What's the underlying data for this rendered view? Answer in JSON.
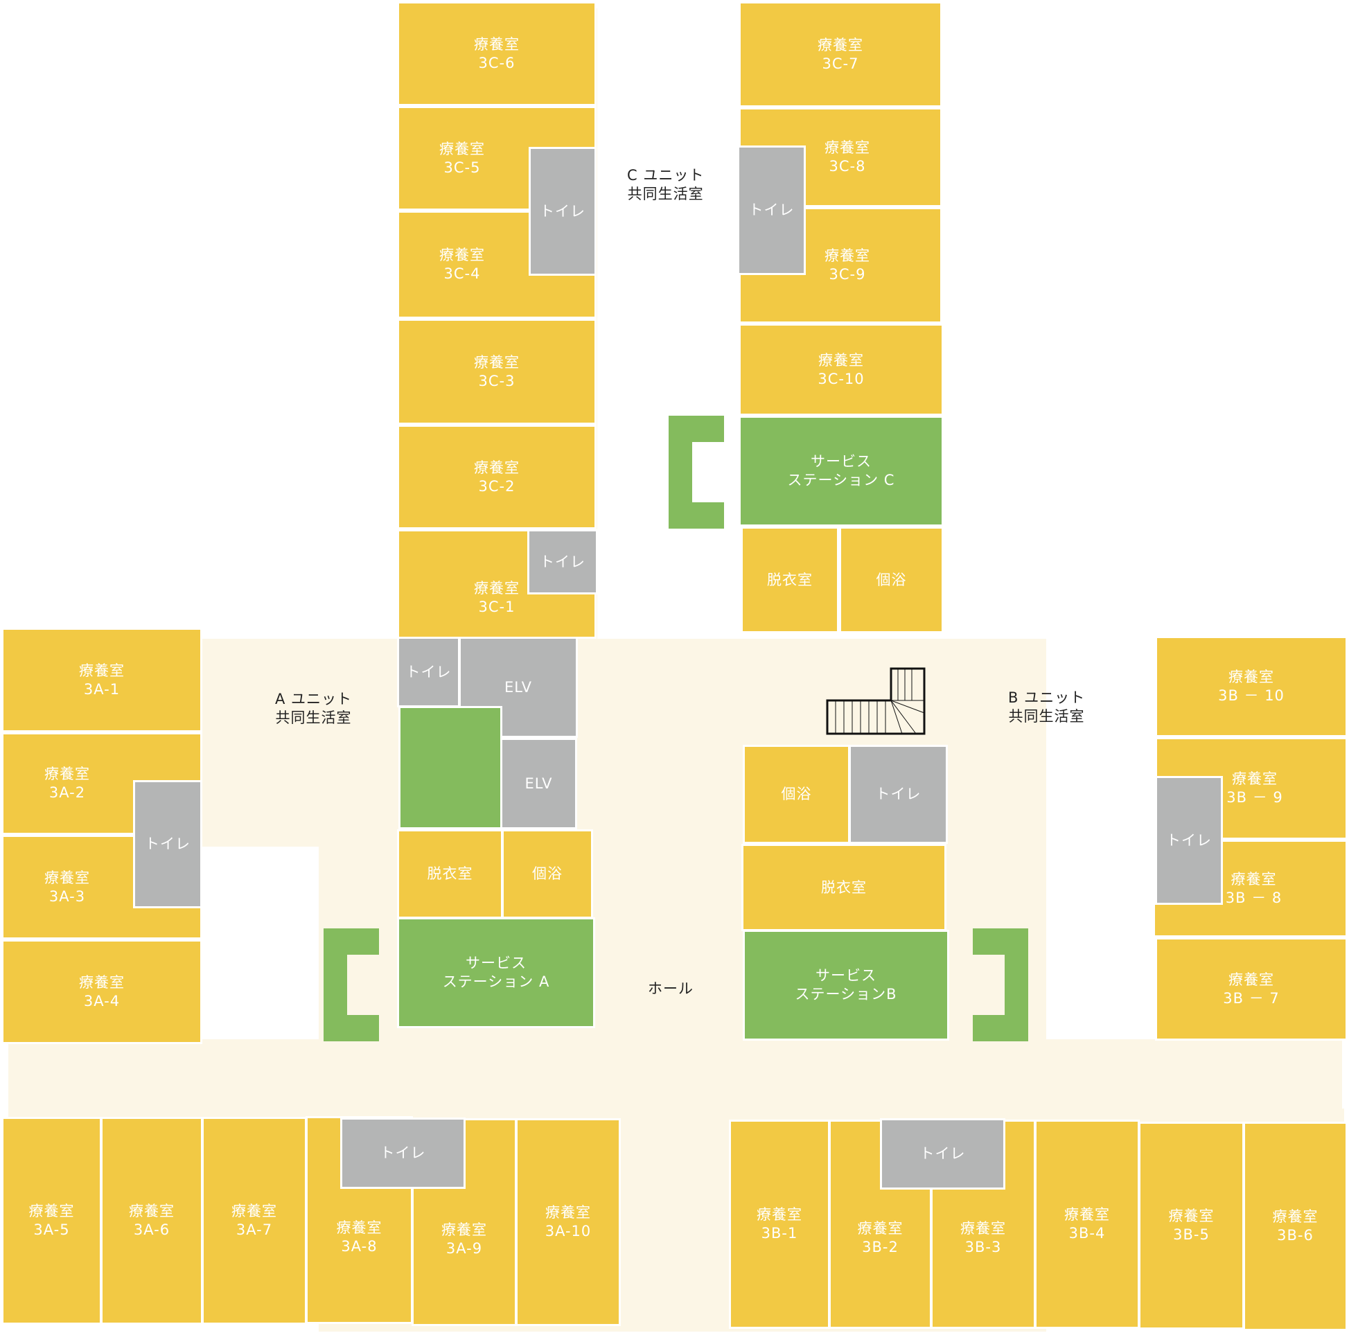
{
  "colors": {
    "room": "#f2c944",
    "toilet": "#b4b5b5",
    "station": "#84bb5d",
    "common": "#fcf6e6"
  },
  "rooms": {
    "c6": {
      "name": "療養室",
      "code": "3C-6"
    },
    "c5": {
      "name": "療養室",
      "code": "3C-5"
    },
    "c4": {
      "name": "療養室",
      "code": "3C-4"
    },
    "c3": {
      "name": "療養室",
      "code": "3C-3"
    },
    "c2": {
      "name": "療養室",
      "code": "3C-2"
    },
    "c1": {
      "name": "療養室",
      "code": "3C-1"
    },
    "c7": {
      "name": "療養室",
      "code": "3C-7"
    },
    "c8": {
      "name": "療養室",
      "code": "3C-8"
    },
    "c9": {
      "name": "療養室",
      "code": "3C-9"
    },
    "c10": {
      "name": "療養室",
      "code": "3C-10"
    },
    "a1": {
      "name": "療養室",
      "code": "3A-1"
    },
    "a2": {
      "name": "療養室",
      "code": "3A-2"
    },
    "a3": {
      "name": "療養室",
      "code": "3A-3"
    },
    "a4": {
      "name": "療養室",
      "code": "3A-4"
    },
    "a5": {
      "name": "療養室",
      "code": "3A-5"
    },
    "a6": {
      "name": "療養室",
      "code": "3A-6"
    },
    "a7": {
      "name": "療養室",
      "code": "3A-7"
    },
    "a8": {
      "name": "療養室",
      "code": "3A-8"
    },
    "a9": {
      "name": "療養室",
      "code": "3A-9"
    },
    "a10": {
      "name": "療養室",
      "code": "3A-10"
    },
    "b10": {
      "name": "療養室",
      "code": "3B － 10"
    },
    "b9": {
      "name": "療養室",
      "code": "3B － 9"
    },
    "b8": {
      "name": "療養室",
      "code": "3B － 8"
    },
    "b7": {
      "name": "療養室",
      "code": "3B － 7"
    },
    "b1": {
      "name": "療養室",
      "code": "3B-1"
    },
    "b2": {
      "name": "療養室",
      "code": "3B-2"
    },
    "b3": {
      "name": "療養室",
      "code": "3B-3"
    },
    "b4": {
      "name": "療養室",
      "code": "3B-4"
    },
    "b5": {
      "name": "療養室",
      "code": "3B-5"
    },
    "b6": {
      "name": "療養室",
      "code": "3B-6"
    }
  },
  "facilities": {
    "toilet": "トイレ",
    "elevator": "ELV",
    "dressing_room": "脱衣室",
    "private_bath": "個浴"
  },
  "stations": {
    "a": {
      "line1": "サービス",
      "line2": "ステーション A"
    },
    "b": {
      "line1": "サービス",
      "line2": "ステーションB"
    },
    "c": {
      "line1": "サービス",
      "line2": "ステーション C"
    }
  },
  "commons": {
    "a": {
      "line1": "A ユニット",
      "line2": "共同生活室"
    },
    "b": {
      "line1": "B ユニット",
      "line2": "共同生活室"
    },
    "c": {
      "line1": "C ユニット",
      "line2": "共同生活室"
    },
    "hall": "ホール"
  }
}
